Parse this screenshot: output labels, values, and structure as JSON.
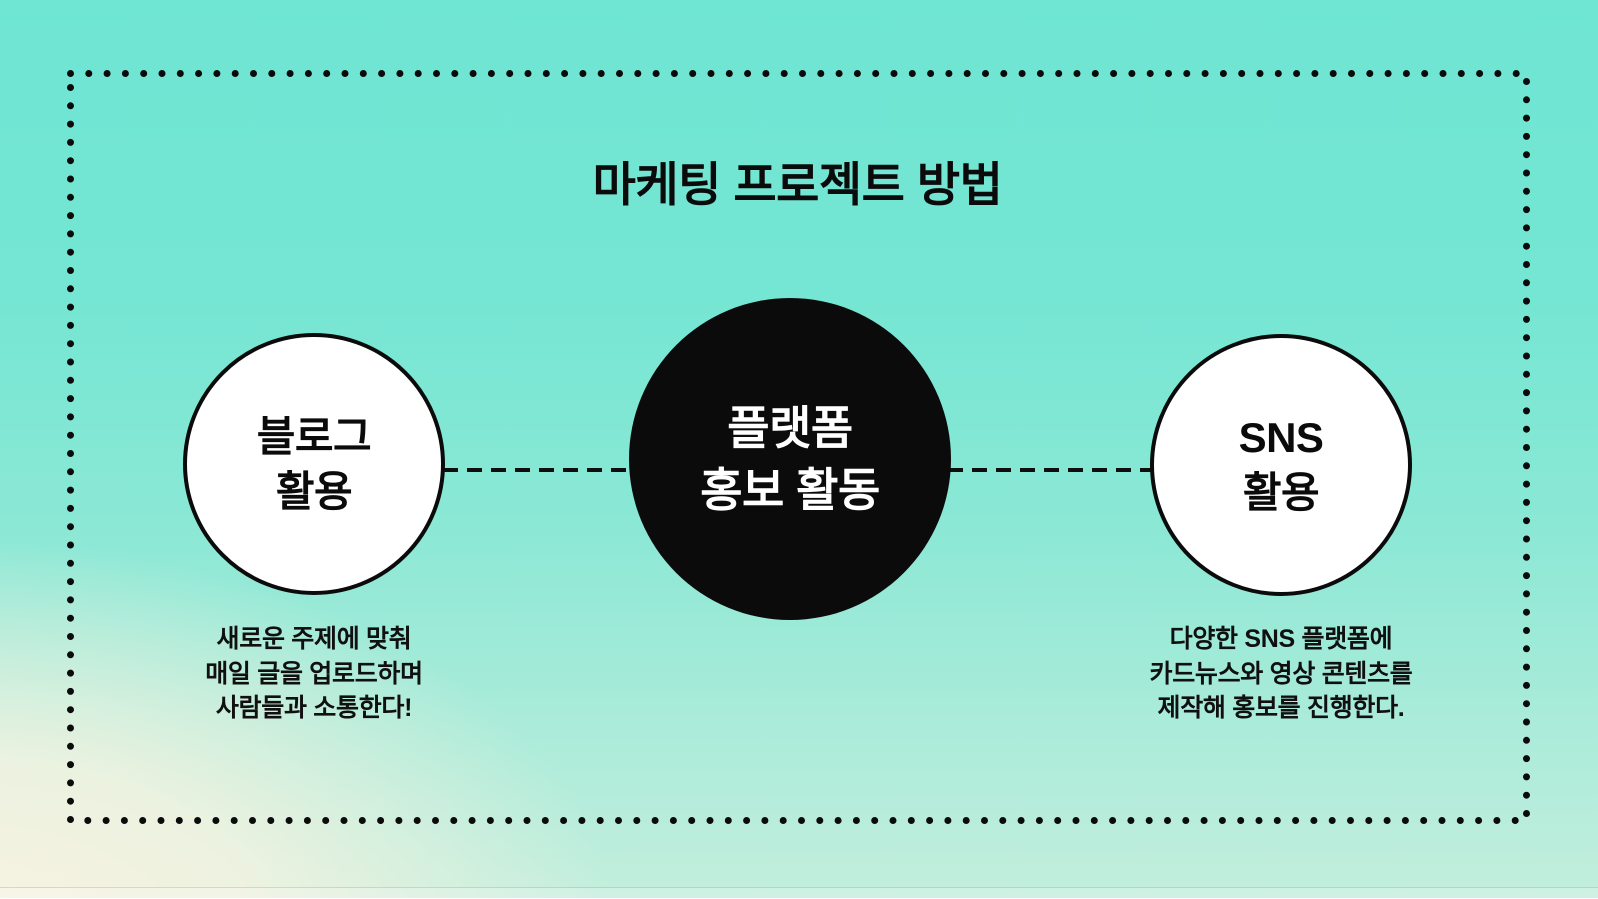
{
  "slide": {
    "title": "마케팅 프로젝트 방법"
  },
  "diagram": {
    "center_node": {
      "label_line1": "플랫폼",
      "label_line2": "홍보 활동"
    },
    "left_node": {
      "label_line1": "블로그",
      "label_line2": "활용",
      "description_lines": [
        "새로운 주제에 맞춰",
        "매일 글을 업로드하며",
        "사람들과 소통한다!"
      ]
    },
    "right_node": {
      "label_line1": "SNS",
      "label_line2": "활용",
      "description_lines": [
        "다양한 SNS 플랫폼에",
        "카드뉴스와 영상 콘텐츠를",
        "제작해 홍보를 진행한다."
      ]
    }
  },
  "colors": {
    "background_teal": "#6FE5D3",
    "background_mint": "#C3EEDD",
    "background_cream": "#F8F3E1",
    "ink": "#0B0B0B",
    "center_node_fill": "#0B0B0B",
    "center_node_text": "#FFFFFF",
    "side_node_fill": "#FFFFFF"
  }
}
